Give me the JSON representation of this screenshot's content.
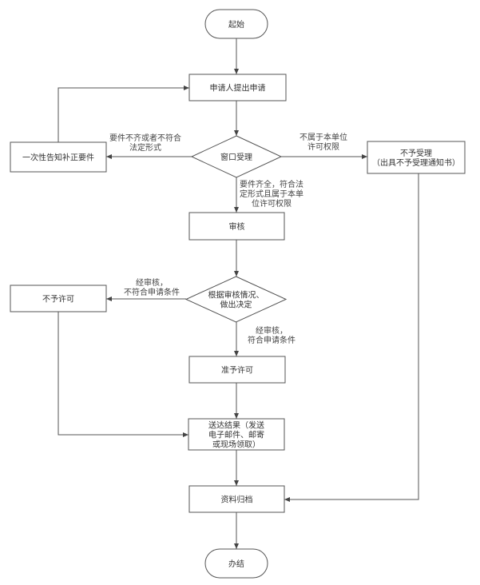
{
  "diagram": {
    "type": "flowchart",
    "nodes": {
      "start": {
        "label": [
          "起始"
        ],
        "shape": "terminal"
      },
      "apply": {
        "label": [
          "申请人提出申请"
        ],
        "shape": "process"
      },
      "supplement": {
        "label": [
          "一次性告知补正要件"
        ],
        "shape": "process"
      },
      "window": {
        "label": [
          "窗口受理"
        ],
        "shape": "decision"
      },
      "reject_accept": {
        "label": [
          "不予受理",
          "（出具不予受理通知书）"
        ],
        "shape": "process"
      },
      "review": {
        "label": [
          "审核"
        ],
        "shape": "process"
      },
      "decide": {
        "label": [
          "根据审核情况、",
          "做出决定"
        ],
        "shape": "decision"
      },
      "deny": {
        "label": [
          "不予许可"
        ],
        "shape": "process"
      },
      "grant": {
        "label": [
          "准予许可"
        ],
        "shape": "process"
      },
      "deliver": {
        "label": [
          "送达结果（发送",
          "电子邮件、邮寄",
          "或现场领取）"
        ],
        "shape": "process"
      },
      "archive": {
        "label": [
          "资料归档"
        ],
        "shape": "process"
      },
      "end": {
        "label": [
          "办结"
        ],
        "shape": "terminal"
      }
    },
    "edges": [
      {
        "from": "start",
        "to": "apply",
        "label": []
      },
      {
        "from": "apply",
        "to": "window",
        "label": []
      },
      {
        "from": "window",
        "to": "supplement",
        "label": [
          "要件不齐或者不符合",
          "法定形式"
        ]
      },
      {
        "from": "supplement",
        "to": "apply",
        "label": []
      },
      {
        "from": "window",
        "to": "reject_accept",
        "label": [
          "不属于本单位",
          "许可权限"
        ]
      },
      {
        "from": "window",
        "to": "review",
        "label": [
          "要件齐全，符合法",
          "定形式且属于本单",
          "位许可权限"
        ]
      },
      {
        "from": "review",
        "to": "decide",
        "label": []
      },
      {
        "from": "decide",
        "to": "deny",
        "label": [
          "经审核，",
          "不符合申请条件"
        ]
      },
      {
        "from": "decide",
        "to": "grant",
        "label": [
          "经审核，",
          "符合申请条件"
        ]
      },
      {
        "from": "grant",
        "to": "deliver",
        "label": []
      },
      {
        "from": "deny",
        "to": "deliver",
        "label": []
      },
      {
        "from": "deliver",
        "to": "archive",
        "label": []
      },
      {
        "from": "reject_accept",
        "to": "archive",
        "label": []
      },
      {
        "from": "archive",
        "to": "end",
        "label": []
      }
    ]
  }
}
